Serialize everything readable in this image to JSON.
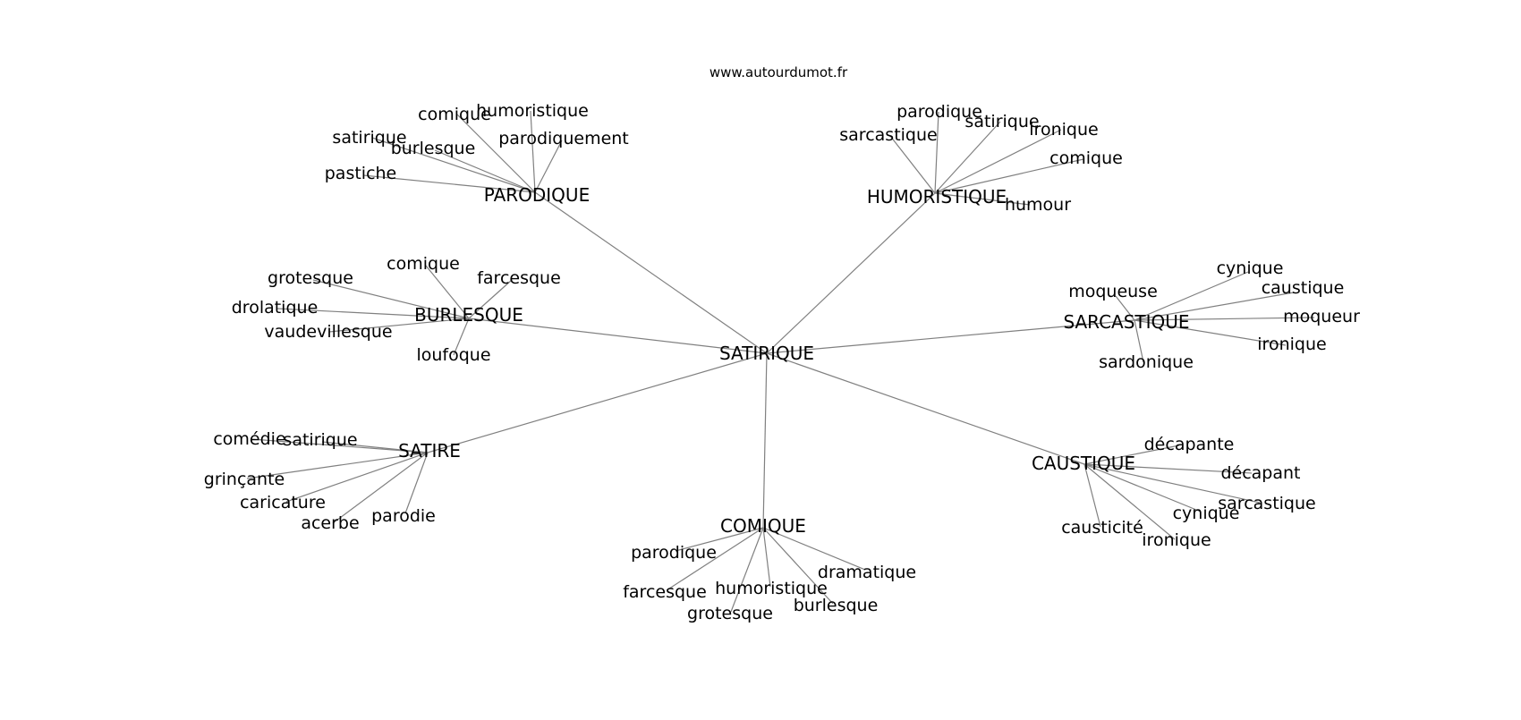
{
  "site": "www.autourdumot.fr",
  "center": "SATIRIQUE",
  "clusters": [
    {
      "id": "parodique",
      "label": "PARODIQUE",
      "words": [
        "comique",
        "humoristique",
        "parodiquement",
        "satirique",
        "burlesque",
        "pastiche"
      ]
    },
    {
      "id": "humoristique",
      "label": "HUMORISTIQUE",
      "words": [
        "parodique",
        "sarcastique",
        "satirique",
        "ironique",
        "comique",
        "humour"
      ]
    },
    {
      "id": "burlesque",
      "label": "BURLESQUE",
      "words": [
        "comique",
        "grotesque",
        "farcesque",
        "drolatique",
        "vaudevillesque",
        "loufoque"
      ]
    },
    {
      "id": "sarcastique",
      "label": "SARCASTIQUE",
      "words": [
        "cynique",
        "moqueuse",
        "caustique",
        "moqueur",
        "ironique",
        "sardonique"
      ]
    },
    {
      "id": "satire",
      "label": "SATIRE",
      "words": [
        "comédie",
        "satirique",
        "grinçante",
        "caricature",
        "acerbe",
        "parodie"
      ]
    },
    {
      "id": "caustique",
      "label": "CAUSTIQUE",
      "words": [
        "décapante",
        "décapant",
        "sarcastique",
        "cynique",
        "causticité",
        "ironique"
      ]
    },
    {
      "id": "comique",
      "label": "COMIQUE",
      "words": [
        "parodique",
        "dramatique",
        "farcesque",
        "humoristique",
        "burlesque",
        "grotesque"
      ]
    }
  ]
}
